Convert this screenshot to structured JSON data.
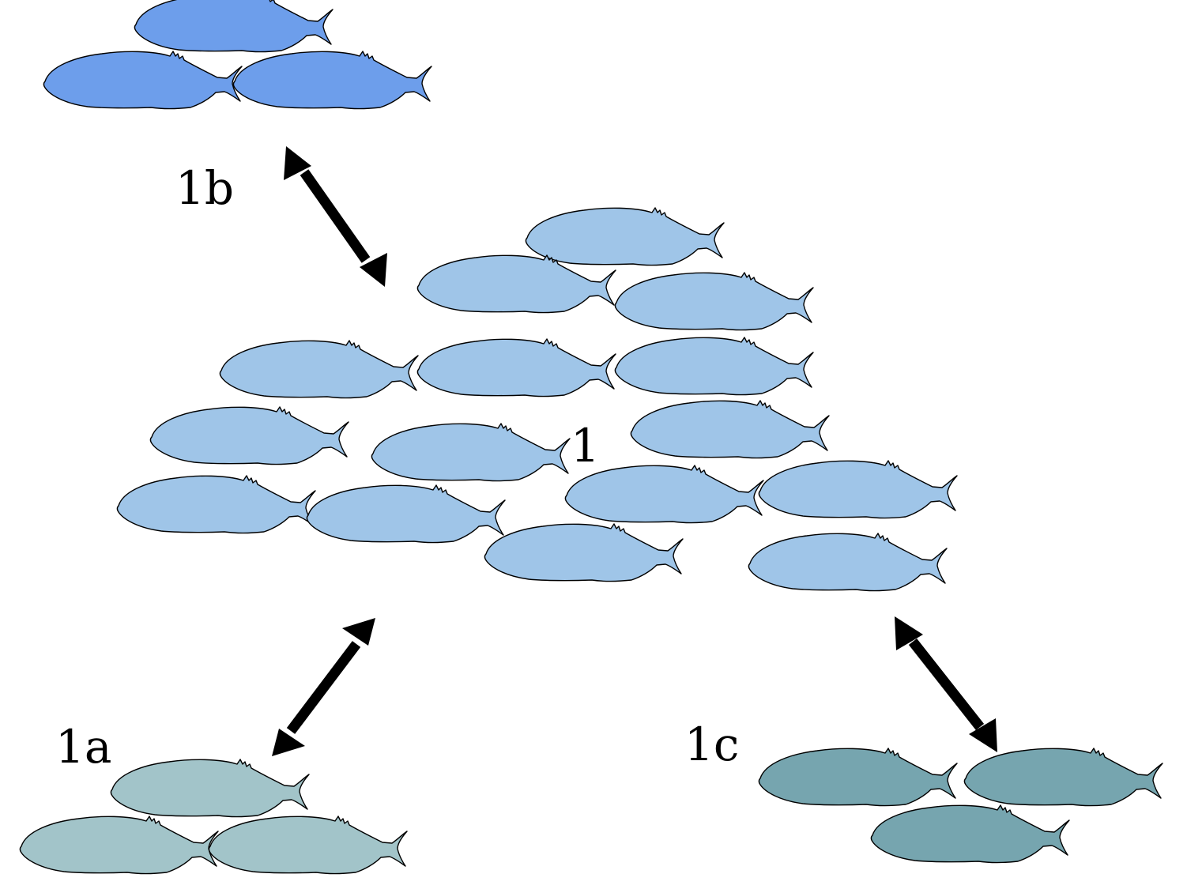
{
  "labels": {
    "main": "1",
    "a": "1a",
    "b": "1b",
    "c": "1c"
  },
  "colors": {
    "main_group": "#9fc5e8",
    "group_a": "#a2c4c9",
    "group_b": "#6d9eeb",
    "group_c": "#76a5af",
    "arrow": "#000000",
    "outline": "#000000"
  }
}
